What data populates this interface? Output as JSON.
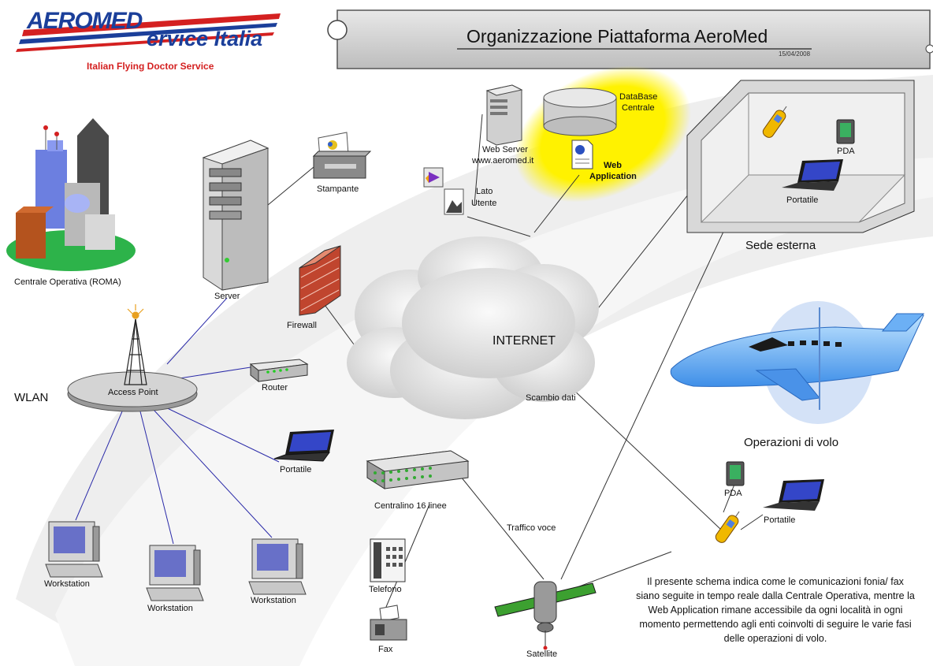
{
  "logo": {
    "line1": "AEROMED",
    "line2": "ervice Italia",
    "tagline": "Italian Flying Doctor Service"
  },
  "header": {
    "title": "Organizzazione Piattaforma AeroMed",
    "date": "15/04/2008"
  },
  "nodes": {
    "centrale": "Centrale Operativa (ROMA)",
    "server": "Server",
    "stampante": "Stampante",
    "firewall": "Firewall",
    "router": "Router",
    "access_point": "Access Point",
    "wlan": "WLAN",
    "portatile_lan": "Portatile",
    "workstation_1": "Workstation",
    "workstation_2": "Workstation",
    "workstation_3": "Workstation",
    "centralino": "Centralino 16 linee",
    "telefono": "Telefono",
    "fax": "Fax",
    "satellite": "Satellite",
    "internet": "INTERNET",
    "scambio_dati": "Scambio dati",
    "traffico_voce": "Traffico voce",
    "web_server_line1": "Web Server",
    "web_server_line2": "www.aeromed.it",
    "database_line1": "DataBase",
    "database_line2": "Centrale",
    "web_app_line1": "Web",
    "web_app_line2": "Application",
    "lato_utente_line1": "Lato",
    "lato_utente_line2": "Utente",
    "sede_esterna": "Sede esterna",
    "pda_sede": "PDA",
    "portatile_sede": "Portatile",
    "operazioni_volo": "Operazioni di volo",
    "pda_volo": "PDA",
    "portatile_volo": "Portatile"
  },
  "note": "Il presente schema indica come le comunicazioni fonia/ fax siano seguite in tempo reale dalla Centrale Operativa, mentre la Web Application rimane accessibile da ogni località in ogni momento permettendo agli enti coinvolti di seguire le varie fasi delle operazioni di volo.",
  "colors": {
    "brand_blue": "#1b3f9a",
    "brand_red": "#d42020",
    "lan_line": "#2a2aa8",
    "highlight": "#fff200"
  },
  "icons": [
    "building-icon",
    "server-icon",
    "printer-icon",
    "firewall-icon",
    "router-icon",
    "antenna-icon",
    "laptop-icon",
    "monitor-icon",
    "switchboard-icon",
    "phone-icon",
    "fax-icon",
    "satellite-icon",
    "cloud-icon",
    "database-icon",
    "document-icon",
    "airplane-icon",
    "mobile-phone-icon",
    "pda-icon"
  ]
}
